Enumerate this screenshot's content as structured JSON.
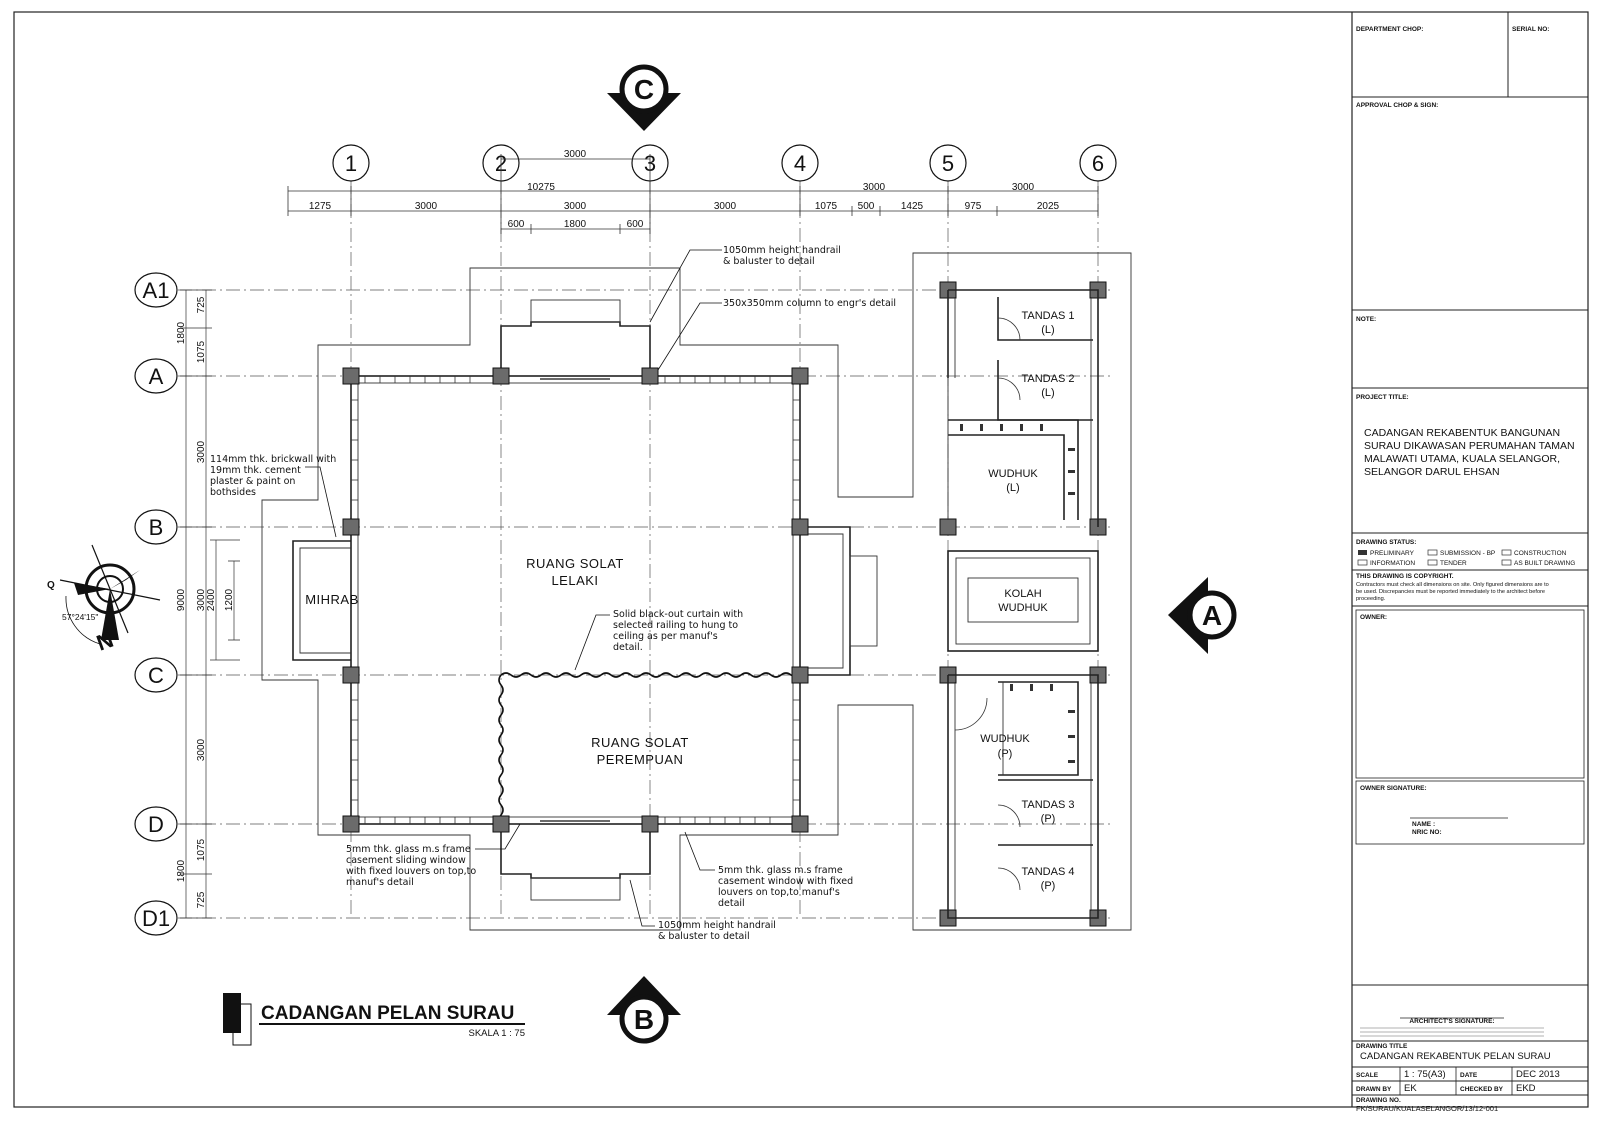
{
  "grid_columns": [
    "1",
    "2",
    "3",
    "4",
    "5",
    "6"
  ],
  "grid_rows": [
    "A1",
    "A",
    "B",
    "C",
    "D",
    "D1"
  ],
  "section_markers": {
    "top": "C",
    "bottom": "B",
    "right": "A"
  },
  "dimensions": {
    "top_row1": [
      "3000",
      "3000",
      "3000"
    ],
    "top_row2": [
      "10275",
      "3000",
      "3000"
    ],
    "top_row3": [
      "1275",
      "3000",
      "3000",
      "3000",
      "1075",
      "500",
      "1425",
      "975",
      "2025"
    ],
    "top_row4": [
      "600",
      "1800",
      "600"
    ],
    "left_outer": [
      "1800",
      "9000",
      "1800"
    ],
    "left_inner": [
      "725",
      "1075",
      "3000",
      "3000",
      "3000",
      "1075",
      "725"
    ],
    "left_window": [
      "2400",
      "1200"
    ]
  },
  "rooms": {
    "men_prayer_1": "RUANG SOLAT",
    "men_prayer_2": "LELAKI",
    "women_prayer_1": "RUANG SOLAT",
    "women_prayer_2": "PEREMPUAN",
    "mihrab": "MIHRAB",
    "tandas1_a": "TANDAS 1",
    "tandas1_b": "(L)",
    "tandas2_a": "TANDAS 2",
    "tandas2_b": "(L)",
    "wudhuk_l_a": "WUDHUK",
    "wudhuk_l_b": "(L)",
    "kolah_a": "KOLAH",
    "kolah_b": "WUDHUK",
    "wudhuk_p_a": "WUDHUK",
    "wudhuk_p_b": "(P)",
    "tandas3_a": "TANDAS 3",
    "tandas3_b": "(P)",
    "tandas4_a": "TANDAS 4",
    "tandas4_b": "(P)"
  },
  "notes": {
    "handrail_top_1": "1050mm height handrail",
    "handrail_top_2": "& baluster to detail",
    "column_1": "350x350mm column to engr's detail",
    "brick_1": "114mm thk. brickwall with",
    "brick_2": "19mm thk. cement",
    "brick_3": "plaster & paint on",
    "brick_4": "bothsides",
    "curtain_1": "Solid black-out curtain with",
    "curtain_2": "selected railing to hung to",
    "curtain_3": "ceiling as per manuf's",
    "curtain_4": "detail.",
    "glass_left_1": "5mm thk. glass m.s frame",
    "glass_left_2": "casement sliding window",
    "glass_left_3": "with fixed louvers on top,to",
    "glass_left_4": "manuf's detail",
    "glass_right_1": "5mm thk. glass m.s frame",
    "glass_right_2": "casement window with fixed",
    "glass_right_3": "louvers on top,to manuf's",
    "glass_right_4": "detail",
    "handrail_bot_1": "1050mm height handrail",
    "handrail_bot_2": "& baluster to detail"
  },
  "compass": {
    "bearing": "57°24'15\"",
    "q_label": "Q",
    "n_label": "N"
  },
  "drawing_title": {
    "title": "CADANGAN PELAN SURAU",
    "scale": "SKALA 1 : 75"
  },
  "title_block": {
    "department_chop": "DEPARTMENT CHOP:",
    "serial_no": "SERIAL NO:",
    "approval": "APPROVAL CHOP & SIGN:",
    "note": "NOTE:",
    "project_title_label": "PROJECT TITLE:",
    "project_lines": [
      "CADANGAN REKABENTUK BANGUNAN",
      "SURAU DIKAWASAN PERUMAHAN TAMAN",
      "MALAWATI UTAMA, KUALA SELANGOR,",
      "SELANGOR DARUL EHSAN"
    ],
    "drawing_status_label": "DRAWING STATUS:",
    "status_options": [
      "PRELIMINARY",
      "SUBMISSION - BP",
      "CONSTRUCTION",
      "INFORMATION",
      "TENDER",
      "AS BUILT DRAWING"
    ],
    "copyright_1": "THIS DRAWING IS COPYRIGHT.",
    "copyright_2": "Contractors must check all dimensions on site. Only figured dimensions are to",
    "copyright_3": "be used. Discrepancies must be reported immediately to the architect before",
    "copyright_4": "proceeding.",
    "owner": "OWNER:",
    "owner_signature": "OWNER SIGNATURE:",
    "sig_name": "NAME :",
    "sig_ic": "NRIC NO:",
    "architect_sig": "ARCHITECT'S SIGNATURE:",
    "drawing_title_label": "DRAWING TITLE",
    "drawing_title": "CADANGAN  REKABENTUK  PELAN  SURAU",
    "scale_label": "SCALE",
    "scale_value": "1 : 75(A3)",
    "date_label": "DATE",
    "date_value": "DEC 2013",
    "drawn_label": "DRAWN BY",
    "drawn_value": "EK",
    "checked_label": "CHECKED BY",
    "checked_value": "EKD",
    "drawing_no_label": "DRAWING NO.",
    "drawing_no_value": "FK/SURAU/KUALASELANGOR/13/12-001"
  }
}
